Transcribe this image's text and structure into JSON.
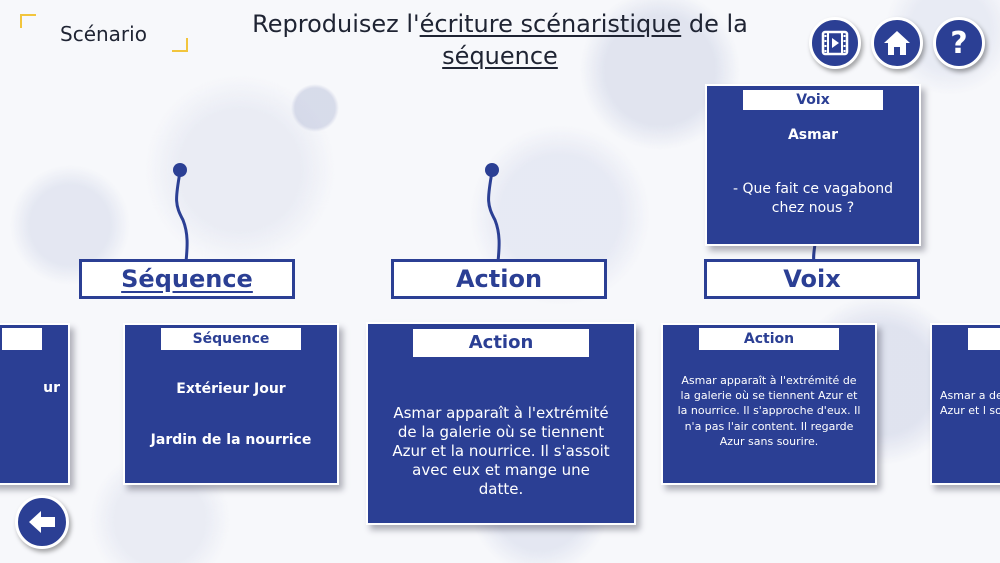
{
  "scenario_label": "Scénario",
  "title": {
    "part1": "Reproduisez l'",
    "underlined1": "écriture scénaristique",
    "part2": " de la",
    "underlined2": "séquence"
  },
  "toolbar": {
    "video_icon": "film-play-icon",
    "home_icon": "home-icon",
    "help_label": "?"
  },
  "categories": [
    {
      "label": "Séquence"
    },
    {
      "label": "Action"
    },
    {
      "label": "Voix"
    }
  ],
  "voice_card": {
    "tag": "Voix",
    "speaker": "Asmar",
    "line": "- Que fait ce vagabond chez nous ?"
  },
  "cards": {
    "left_partial": {
      "text": "ur"
    },
    "sequence": {
      "tag": "Séquence",
      "line1": "Extérieur Jour",
      "line2": "Jardin de la nourrice"
    },
    "action_main": {
      "tag": "Action",
      "text": "Asmar apparaît à l'extrémité de la galerie où se tiennent Azur et la nourrice. Il s'assoit avec eux et mange une datte."
    },
    "action_small": {
      "tag": "Action",
      "text": "Asmar apparaît à l'extrémité de la galerie où se tiennent Azur et la nourrice. Il s'approche d'eux. Il n'a pas l'air content. Il regarde Azur sans sourire."
    },
    "right_partial": {
      "text": "Asmar a de la ga Azur et l son sab"
    }
  },
  "back_icon": "arrow-left-icon"
}
